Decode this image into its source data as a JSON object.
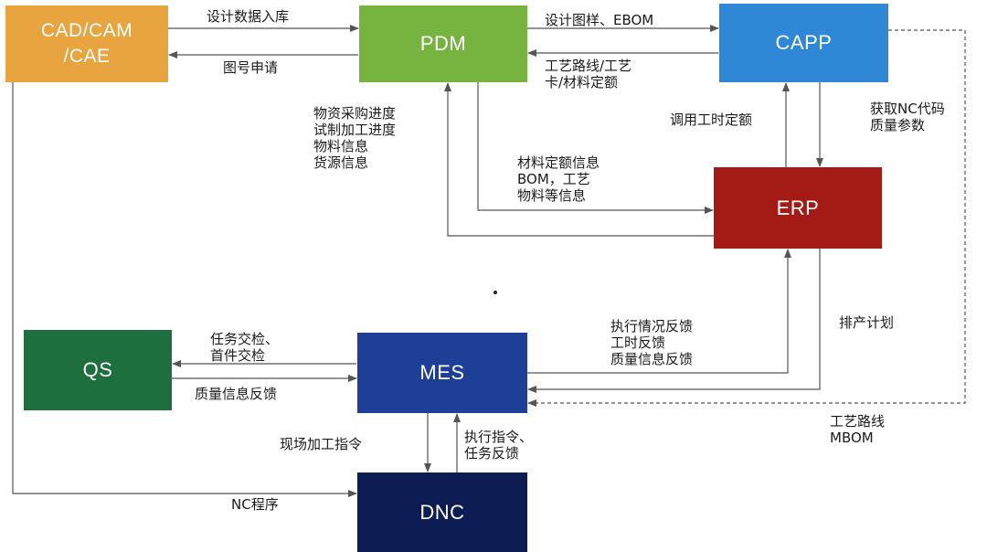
{
  "nodes": {
    "cad": {
      "label": "CAD/CAM\n/CAE",
      "color": "#e7a43f"
    },
    "pdm": {
      "label": "PDM",
      "color": "#76b43f"
    },
    "capp": {
      "label": "CAPP",
      "color": "#2f88d6"
    },
    "erp": {
      "label": "ERP",
      "color": "#a41b15"
    },
    "qs": {
      "label": "QS",
      "color": "#1d6f3e"
    },
    "mes": {
      "label": "MES",
      "color": "#1d3f97"
    },
    "dnc": {
      "label": "DNC",
      "color": "#0d1c52"
    }
  },
  "edges": {
    "cad_to_pdm": "设计数据入库",
    "pdm_to_cad": "图号申请",
    "pdm_to_capp": "设计图样、EBOM",
    "capp_to_pdm": "工艺路线/工艺\n卡/材料定额",
    "erp_to_pdm": "物资采购进度\n试制加工进度\n物料信息\n货源信息",
    "pdm_to_erp": "材料定额信息\nBOM，工艺\n物料等信息",
    "erp_to_capp": "调用工时定额",
    "capp_to_erp": "获取NC代码\n质量参数",
    "mes_to_qs": "任务交检、\n首件交检",
    "qs_to_mes": "质量信息反馈",
    "mes_to_erp": "执行情况反馈\n工时反馈\n质量信息反馈",
    "erp_to_mes": "排产计划",
    "capp_to_mes": "工艺路线\nMBOM",
    "mes_to_dnc": "现场加工指令",
    "dnc_to_mes": "执行指令、\n任务反馈",
    "cad_to_dnc": "NC程序"
  },
  "line_color": "#555555"
}
